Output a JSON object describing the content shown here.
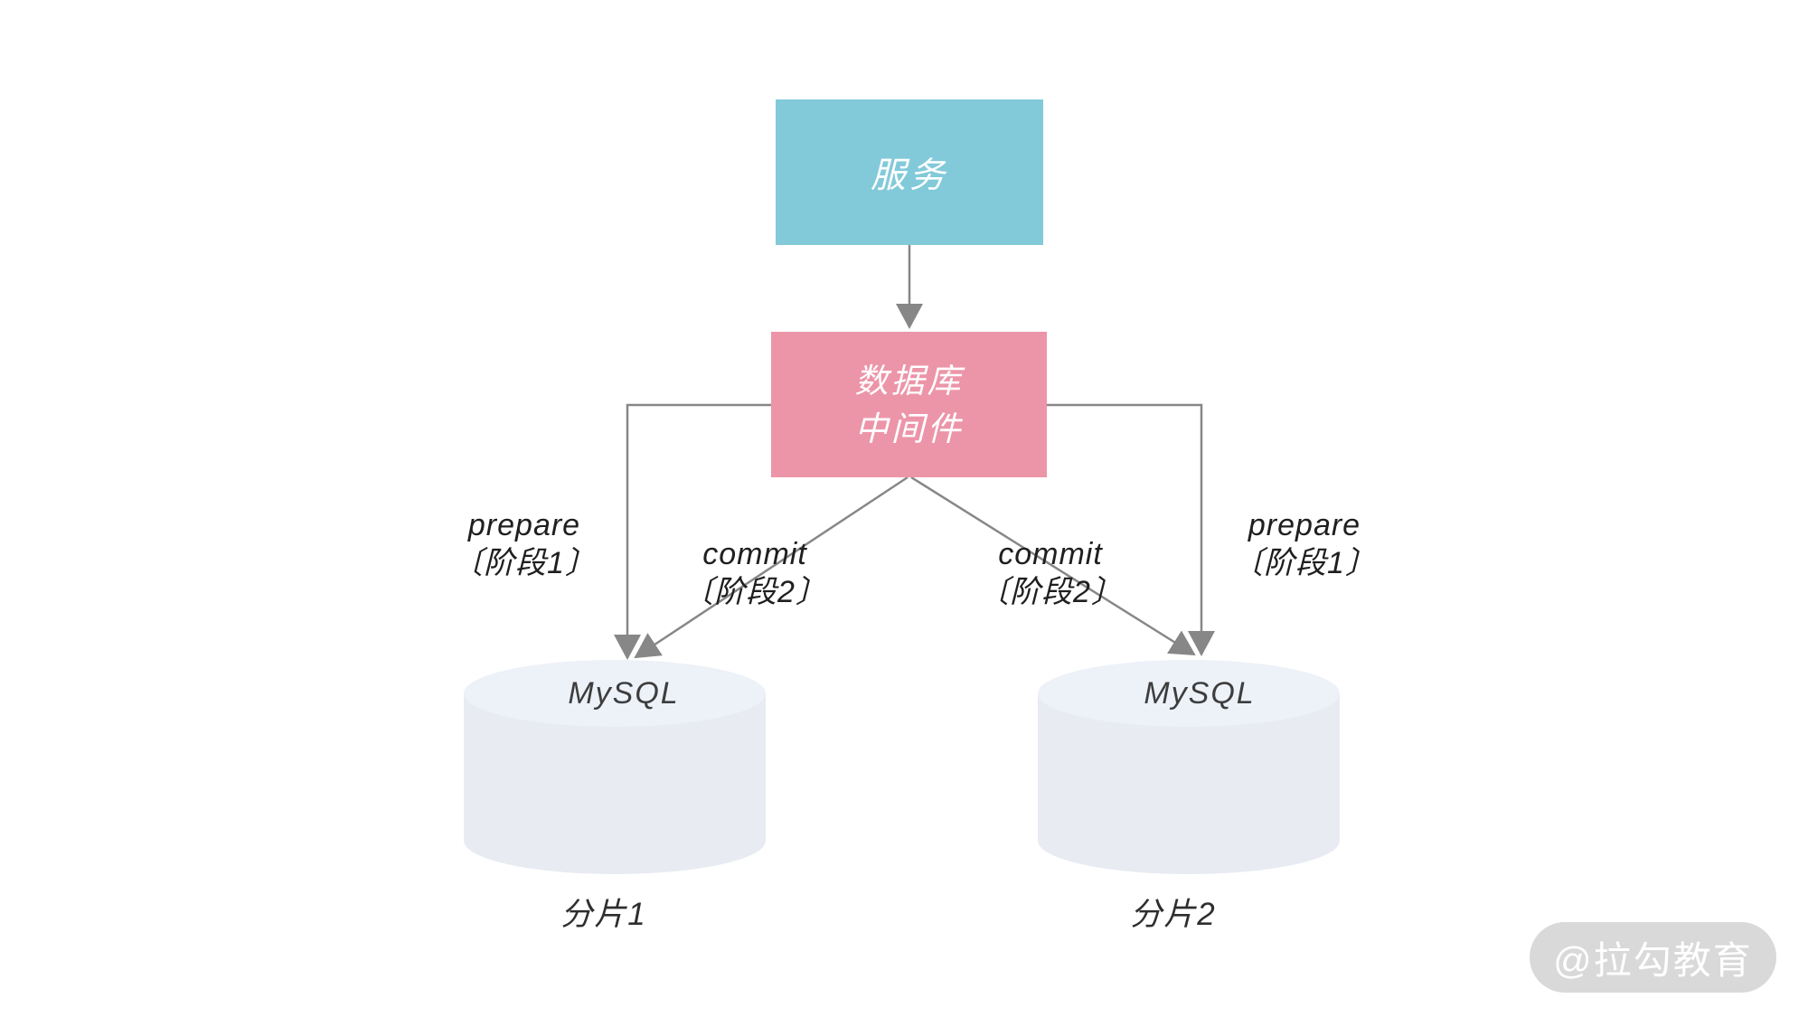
{
  "diagram": {
    "service": {
      "label": "服务"
    },
    "middleware": {
      "lines": [
        "数据库",
        "中间件"
      ]
    },
    "edge_labels": {
      "prepare_left": {
        "line1": "prepare",
        "line2": "〔阶段1〕"
      },
      "commit_left": {
        "line1": "commit",
        "line2": "〔阶段2〕"
      },
      "commit_right": {
        "line1": "commit",
        "line2": "〔阶段2〕"
      },
      "prepare_right": {
        "line1": "prepare",
        "line2": "〔阶段1〕"
      }
    },
    "shards": [
      {
        "db": "MySQL",
        "caption": "分片1"
      },
      {
        "db": "MySQL",
        "caption": "分片2"
      }
    ],
    "colors": {
      "service_fill": "#82CAD9",
      "middleware_fill": "#EC95A8",
      "connector_gray": "#878787",
      "cylinder_body": "#E8EBF2",
      "cylinder_top": "#EDF1F8",
      "edge_label_text": "#1F1F1F",
      "watermark_bg": "#D9D9D9",
      "watermark_text": "#FFFFFF"
    }
  },
  "watermark": {
    "text": "@拉勾教育"
  }
}
